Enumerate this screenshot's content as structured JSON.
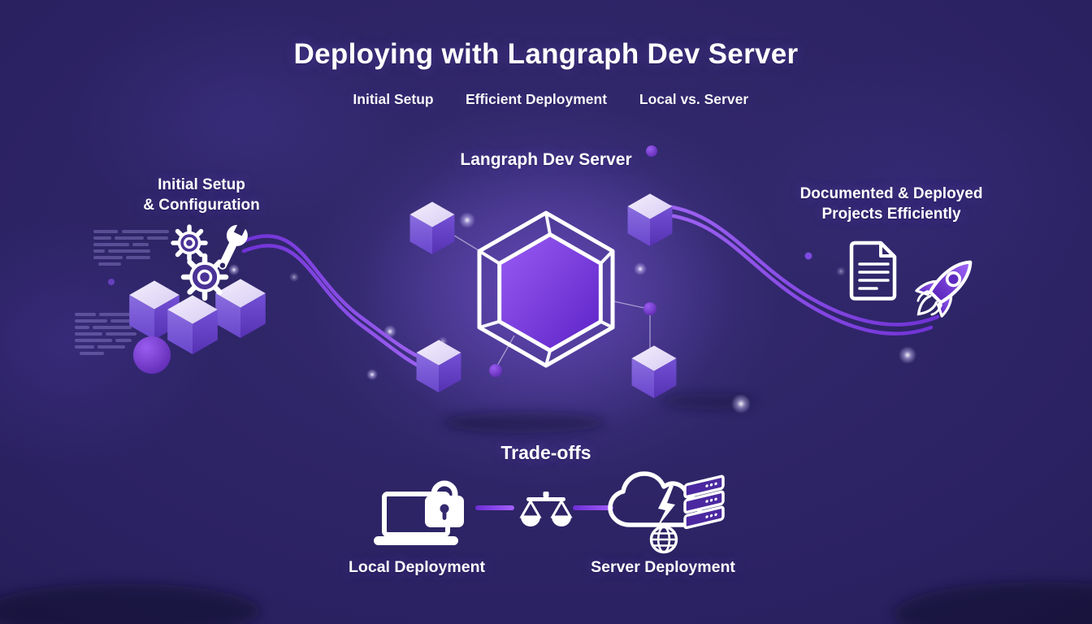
{
  "title": "Deploying with Langraph Dev Server",
  "subtitles": [
    {
      "label": "Initial Setup"
    },
    {
      "label": "Efficient Deployment"
    },
    {
      "label": "Local vs. Server"
    }
  ],
  "center": {
    "label": "Langraph Dev Server"
  },
  "left_section": {
    "line1": "Initial Setup",
    "line2": "& Configuration"
  },
  "right_section": {
    "line1": "Documented & Deployed",
    "line2": "Projects Efficiently"
  },
  "tradeoffs": {
    "title": "Trade-offs",
    "left_label": "Local Deployment",
    "right_label": "Server Deployment"
  },
  "icons": {
    "left": [
      "gear-icon",
      "wrench-icon",
      "cube-icon",
      "code-lines-icon"
    ],
    "center": [
      "hexagon-core-icon",
      "cube-icon",
      "node-dot-icon"
    ],
    "right": [
      "document-icon",
      "rocket-icon"
    ],
    "tradeoffs": [
      "laptop-lock-icon",
      "balance-scale-icon",
      "cloud-bolt-icon",
      "server-stack-icon",
      "globe-icon"
    ]
  },
  "colors": {
    "background": "#2b2263",
    "background_edge": "#201a4b",
    "hexagon_gradient_start": "#9457f2",
    "hexagon_gradient_end": "#5c22c6",
    "curve_accent": "#8a46ee",
    "curve_accent_light": "#a668fa",
    "cube_top": "#ece6fa",
    "cube_left": "#8064d8",
    "cube_right": "#6241c4",
    "text": "#ffffff"
  }
}
